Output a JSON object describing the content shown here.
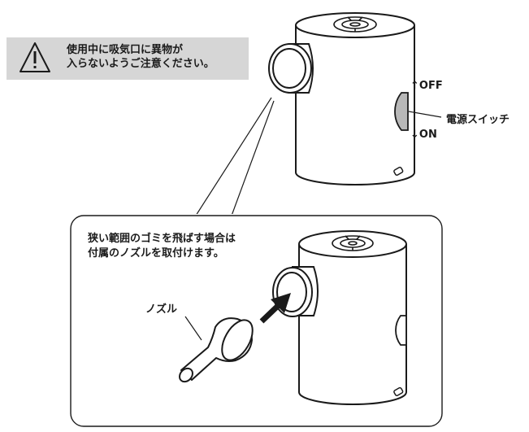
{
  "warning": {
    "line1": "使用中に吸気口に異物が",
    "line2": "入らないようご注意ください。"
  },
  "switch": {
    "off_arrow": "↑",
    "off_label": "OFF",
    "on_arrow": "↓",
    "on_label": "ON",
    "name_label": "電源スイッチ"
  },
  "inset": {
    "line1": "狭い範囲のゴミを飛ばす場合は",
    "line2": "付属のノズルを取付けます。",
    "nozzle_label": "ノズル"
  },
  "colors": {
    "switch_fill": "#b8b8b8",
    "warning_fill": "#d6d6d6",
    "stroke": "#1a1a1a"
  }
}
